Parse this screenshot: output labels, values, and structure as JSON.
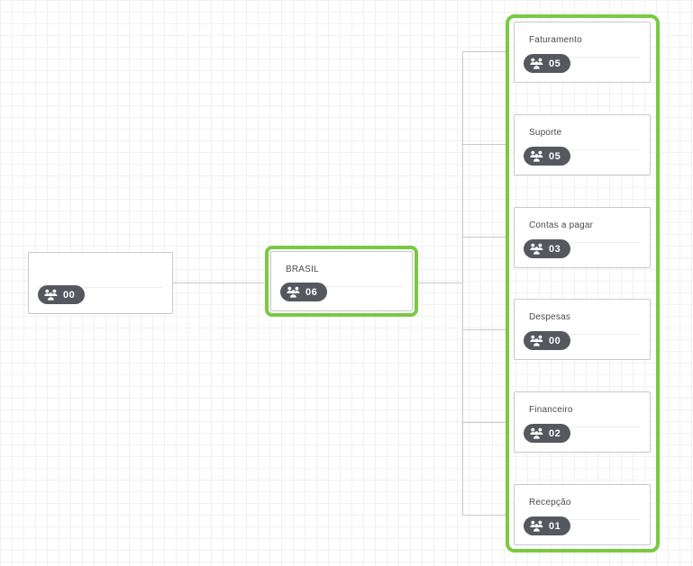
{
  "app": {
    "view_name": "organization-chart",
    "accent_color": "#7ac943",
    "badge_color": "#55585f",
    "card_border_color": "#c9c9c9",
    "connector_color": "#c8c8c8",
    "grid_color": "#f1f1f1"
  },
  "icons": {
    "people": "people-group-icon"
  },
  "root_node": {
    "title": "",
    "count": "00",
    "selected": false
  },
  "branch_node": {
    "title": "BRASIL",
    "count": "06",
    "selected": true
  },
  "department_group": {
    "selected": true,
    "departments": [
      {
        "title": "Faturamento",
        "count": "05"
      },
      {
        "title": "Suporte",
        "count": "05"
      },
      {
        "title": "Contas a pagar",
        "count": "03"
      },
      {
        "title": "Despesas",
        "count": "00"
      },
      {
        "title": "Financeiro",
        "count": "02"
      },
      {
        "title": "Recepção",
        "count": "01"
      }
    ]
  }
}
